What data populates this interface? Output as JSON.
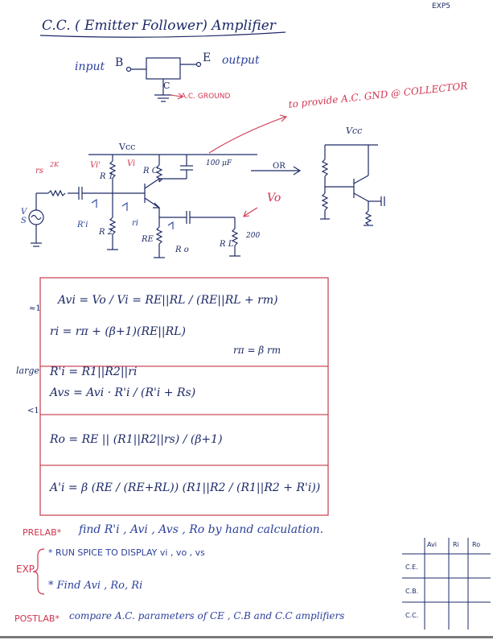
{
  "header": {
    "exp_tag": "EXP5",
    "title": "C.C. ( Emitter Follower) Amplifier"
  },
  "block_diagram": {
    "input_label": "input",
    "base_label": "B",
    "emitter_label": "E",
    "output_label": "output",
    "collector_label": "C",
    "ac_ground_label": "A.C. GROUND",
    "note": "to provide A.C. GND @ COLLECTOR"
  },
  "circuit": {
    "vcc_label": "Vcc",
    "rs_value": "2K",
    "rs_label": "rs",
    "vs_label": "V S",
    "r1_label": "R 1",
    "r2_label": "R 2",
    "rc_label": "R C",
    "re_label": "RE",
    "rl_label": "R L",
    "rl_value": "200",
    "cap_value": "100 μF",
    "ri_prime_label": "R'i",
    "ri_label": "ri",
    "ro_label": "R o",
    "vi_prime_label": "Vi'",
    "vi_label": "Vi",
    "vo_label": "Vo",
    "or_label": "OR",
    "vcc_right": "Vcc"
  },
  "formulas": {
    "side_a": "≈1",
    "side_large": "large",
    "side_lt": "<1",
    "avi": "Avi = Vo / Vi = RE||RL / (RE||RL + rm)",
    "ri": "ri = rπ + (β+1)(RE||RL)",
    "rpi": "rπ = β rm",
    "ri_prime": "R'i = R1||R2||ri",
    "avs": "Avs = Avi · R'i / (R'i + Rs)",
    "ro": "Ro = RE || (R1||R2||rs) / (β+1)",
    "ai": "A'i = β (RE / (RE+RL)) (R1||R2 / (R1||R2 + R'i))"
  },
  "tasks": {
    "prelab_tag": "PRELAB*",
    "prelab_text": "find R'i , Avi , Avs , Ro  by hand calculation.",
    "exp_tag": "EXP",
    "exp_item1": "* RUN SPICE TO DISPLAY vi , vo , vs",
    "exp_item2": "* Find Avi , Ro, Ri",
    "postlab_tag": "POSTLAB*",
    "postlab_text": "compare A.C. parameters of CE , C.B and C.C amplifiers"
  },
  "compare_table": {
    "headers": [
      "Avi",
      "Ri",
      "Ro"
    ],
    "rows": [
      "C.E.",
      "C.B.",
      "C.C."
    ]
  },
  "colors": {
    "ink_navy": "#1d2a66",
    "ink_blue": "#2b3f9a",
    "ink_red": "#d0354f",
    "box_red": "#c94a5a"
  }
}
